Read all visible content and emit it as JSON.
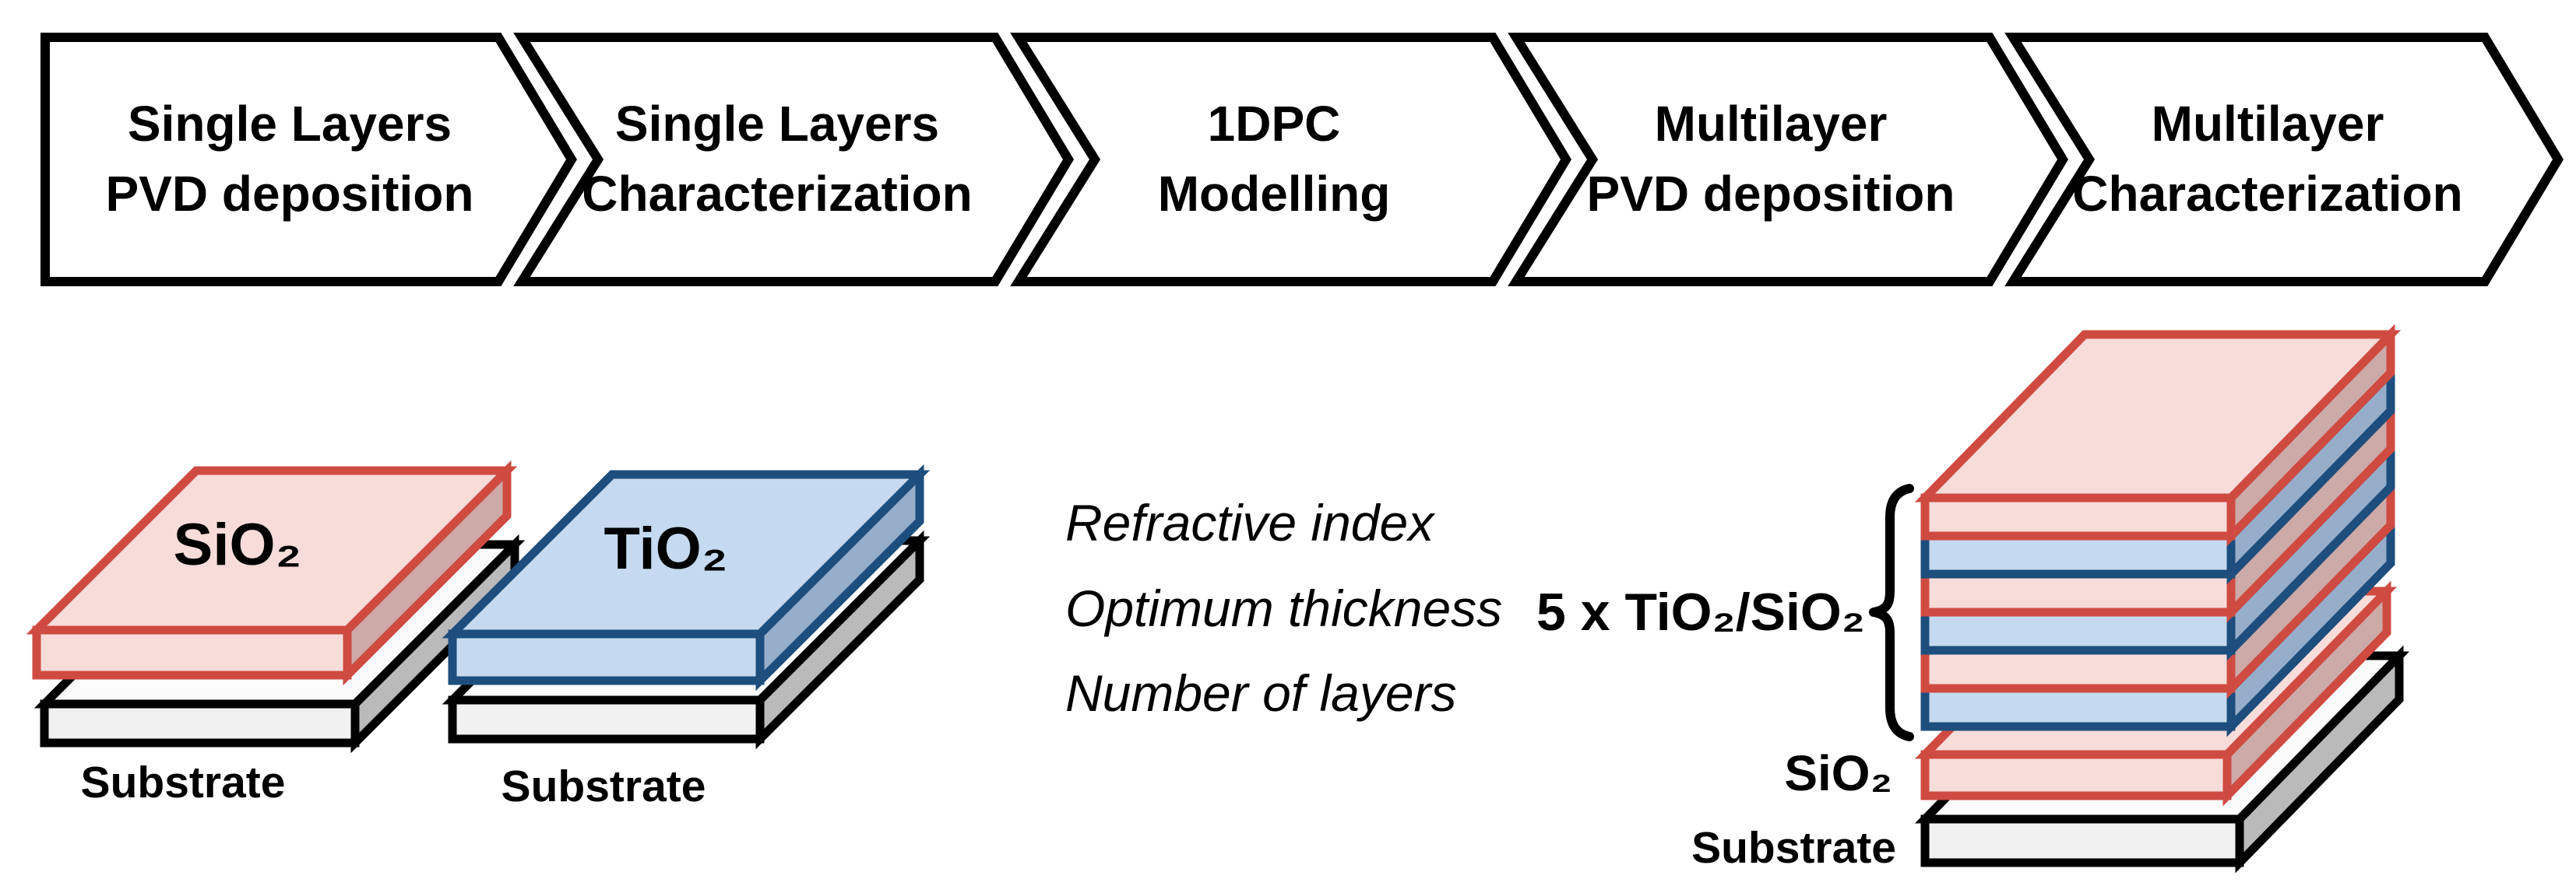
{
  "process_steps": [
    {
      "line1": "Single Layers",
      "line2": "PVD deposition"
    },
    {
      "line1": "Single Layers",
      "line2": "Characterization"
    },
    {
      "line1": "1DPC",
      "line2": "Modelling"
    },
    {
      "line1": "Multilayer",
      "line2": "PVD deposition"
    },
    {
      "line1": "Multilayer",
      "line2": "Characterization"
    }
  ],
  "figures": {
    "single_sio2": {
      "layer": "SiO₂",
      "substrate": "Substrate"
    },
    "single_tio2": {
      "layer": "TiO₂",
      "substrate": "Substrate"
    },
    "multilayer": {
      "annotation": "5 x TiO₂/SiO₂",
      "bottom_layer": "SiO₂",
      "substrate": "Substrate",
      "layers_depicted_top_to_bottom": [
        "SiO₂",
        "TiO₂",
        "SiO₂",
        "TiO₂",
        "SiO₂",
        "TiO₂"
      ]
    }
  },
  "modelling_outputs": [
    "Refractive index",
    "Optimum thickness",
    "Number of layers"
  ],
  "colors": {
    "outline": "#000000",
    "red": "#cf4b42",
    "pink-fill": "#f8dcda",
    "pink-side": "#cbaaa8",
    "navy": "#1d4e7d",
    "blue-fill": "#c5daf0",
    "blue-side": "#97aecb",
    "substrate-front": "#f1f1f1",
    "substrate-top": "#fbfbfb",
    "substrate-side": "#bababa",
    "chevron-fill": "#ffffff",
    "page-bg": "#ffffff",
    "ink": "#000000"
  }
}
